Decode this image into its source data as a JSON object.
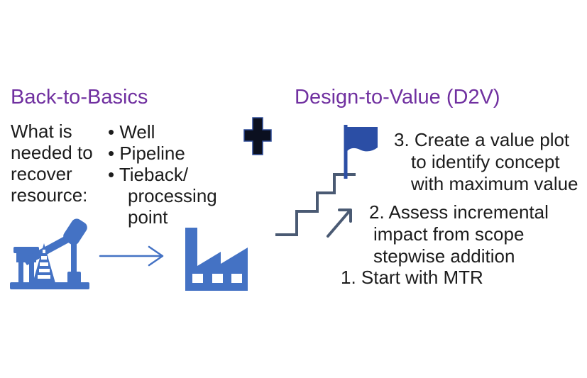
{
  "back_to_basics": {
    "heading": "Back-to-Basics",
    "intro": "What is\nneeded to\nrecover\nresource:",
    "bullets": [
      "• Well",
      "• Pipeline",
      "• Tieback/\nprocessing point"
    ],
    "icons": {
      "pump_jack": "oil-pump-jack-icon",
      "flow_arrow": "right-arrow-icon",
      "factory": "factory-icon"
    }
  },
  "combiner": {
    "icon": "plus-icon",
    "symbol": "+"
  },
  "design_to_value": {
    "heading": "Design-to-Value (D2V)",
    "icons": {
      "stairs": "stairs-icon",
      "flag": "flag-icon",
      "trend_arrow": "up-right-arrow-icon"
    },
    "steps": [
      "3. Create a value plot\nto identify concept\nwith maximum value",
      "2. Assess incremental\nimpact from scope\nstepwise addition",
      "1. Start with MTR"
    ]
  },
  "colors": {
    "heading_purple": "#7030A0",
    "icon_blue": "#4472C4",
    "flag_blue": "#2B4EA5",
    "stairs_slate": "#4A5A73",
    "plus_dark": "#0B1020",
    "text_black": "#1C1C1C",
    "background": "#FFFFFF"
  }
}
